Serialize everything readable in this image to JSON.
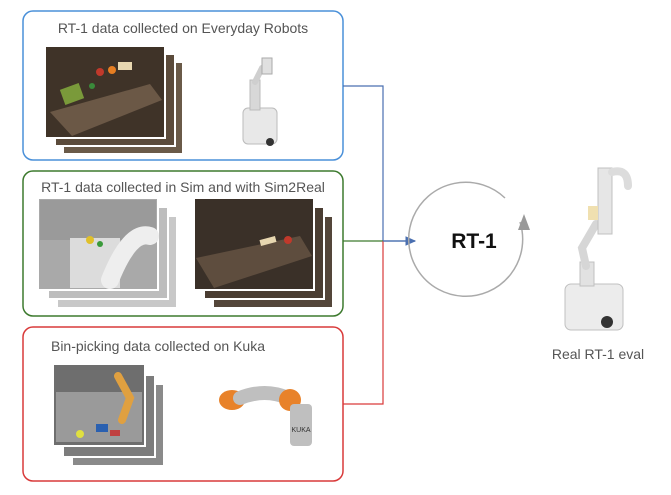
{
  "boxes": [
    {
      "title": "RT-1 data collected on Everyday Robots",
      "color": "#4a90d9"
    },
    {
      "title": "RT-1 data collected in Sim and with Sim2Real",
      "color": "#3d7a2e"
    },
    {
      "title": "Bin-picking data collected on Kuka",
      "color": "#d93a3a"
    }
  ],
  "center": {
    "label": "RT-1"
  },
  "output": {
    "label": "Real RT-1 eval"
  },
  "logo_text": {
    "kuka": "KUKA"
  },
  "colors": {
    "gray": "#aaaaaa",
    "robot_white": "#e8e8e8"
  }
}
